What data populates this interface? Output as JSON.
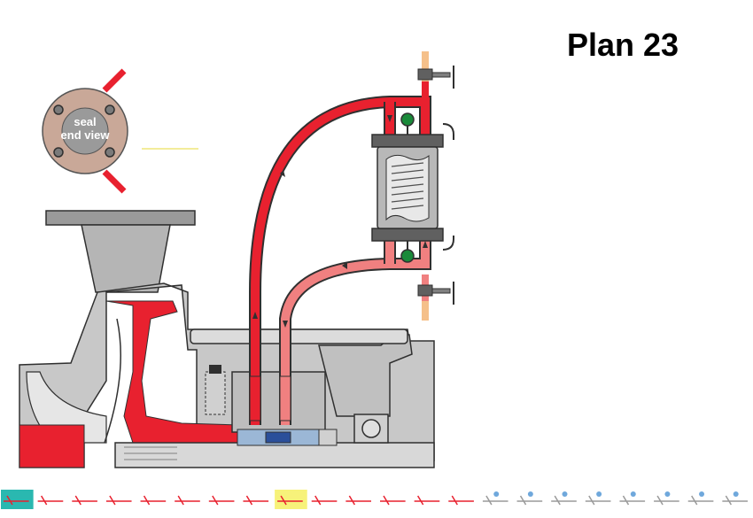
{
  "title": "Plan 23",
  "seal_view": {
    "line1": "seal",
    "line2": "end view"
  },
  "colors": {
    "hot_flow": "#e8212f",
    "cool_flow": "#f08080",
    "pump_body": "#c8c8c8",
    "outline": "#303030",
    "valve_stem": "#f5c08a",
    "gauge": "#1a8a3a",
    "thumb_active": "#2ab8b0",
    "thumb_highlight": "#f7f27a"
  },
  "icons": [
    "valve-icon",
    "pressure-gauge-icon",
    "bolt-icon",
    "flow-arrow-icon"
  ],
  "thumbnail_strip": {
    "count": 22,
    "active_index": 0,
    "highlight_index": 8
  }
}
